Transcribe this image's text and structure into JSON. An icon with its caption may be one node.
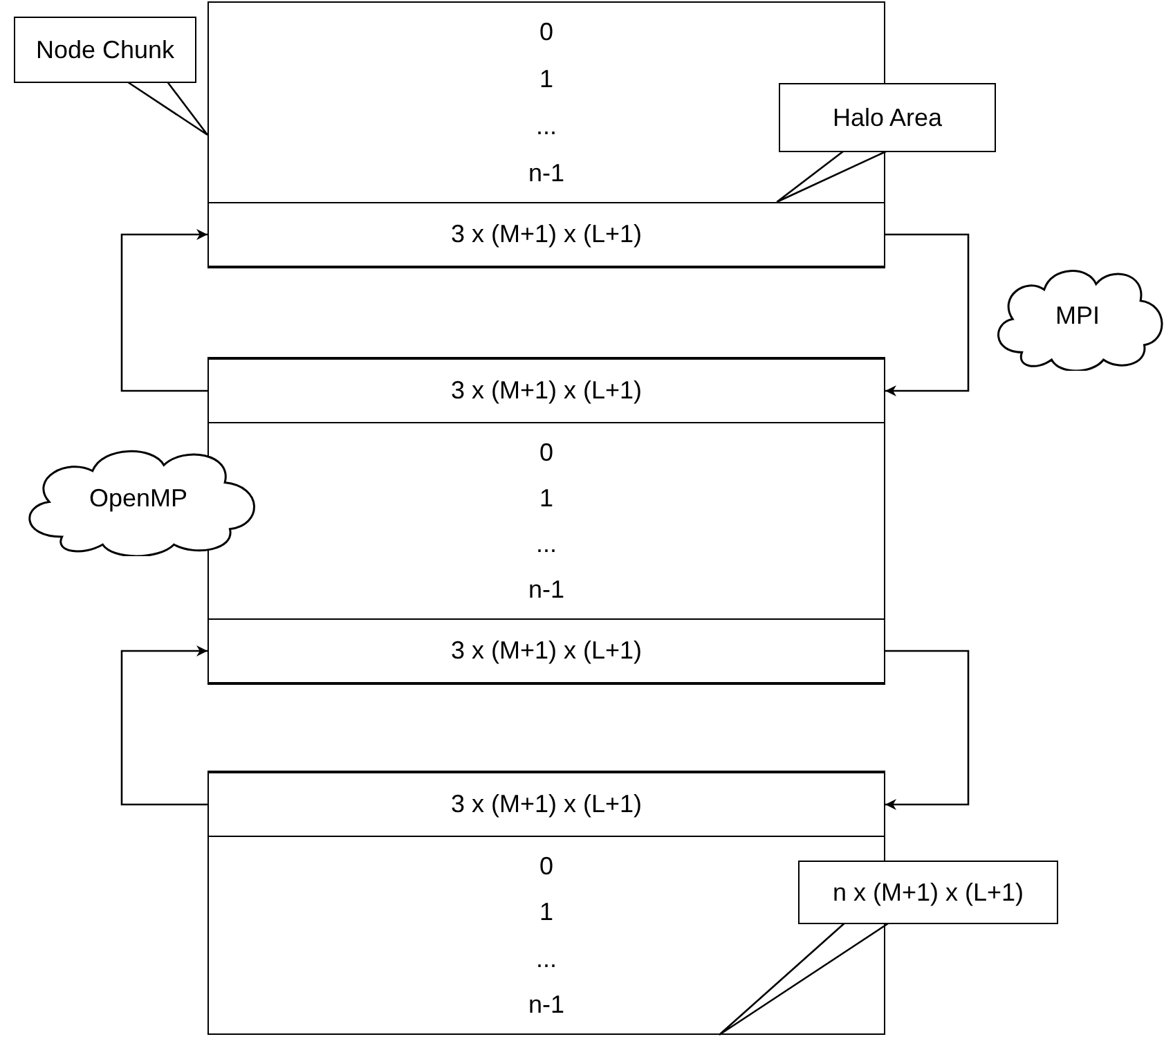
{
  "diagram": {
    "nodes": [
      {
        "text": [
          "Node Chunk"
        ]
      },
      {
        "text": [
          "0",
          "1",
          "...",
          "n-1"
        ]
      },
      {
        "text": [
          "3 x (M+1) x (L+1)"
        ],
        "in": 1
      },
      {
        "text": [
          "Halo Area"
        ]
      },
      {
        "text": [
          "MPI"
        ]
      },
      {
        "text": [
          "0",
          "1",
          "...",
          "n-1"
        ]
      },
      {
        "text": [
          "3 x (M+1) x (L+1)"
        ],
        "in": 5
      },
      {
        "text": [
          "3 x (M+1) x (L+1)"
        ],
        "in": 5
      },
      {
        "text": [
          "OpenMP"
        ]
      },
      {
        "text": [
          "0",
          "1",
          "...",
          "n-1"
        ]
      },
      {
        "text": [
          "3 x (M+1) x (L+1)"
        ],
        "in": 9
      },
      {
        "text": [
          "n x (M+1) x (L+1)"
        ]
      }
    ],
    "edges": [
      {
        "from": 6,
        "to": 2,
        "arrow": "to"
      },
      {
        "from": 2,
        "to": 6,
        "arrow": "to"
      },
      {
        "from": 10,
        "to": 7,
        "arrow": "to"
      },
      {
        "from": 7,
        "to": 10,
        "arrow": "to"
      },
      {
        "from": 0,
        "to": 1,
        "arrow": "none"
      },
      {
        "from": 3,
        "to": 2,
        "arrow": "none"
      },
      {
        "from": 11,
        "to": 9,
        "arrow": "none"
      }
    ]
  }
}
